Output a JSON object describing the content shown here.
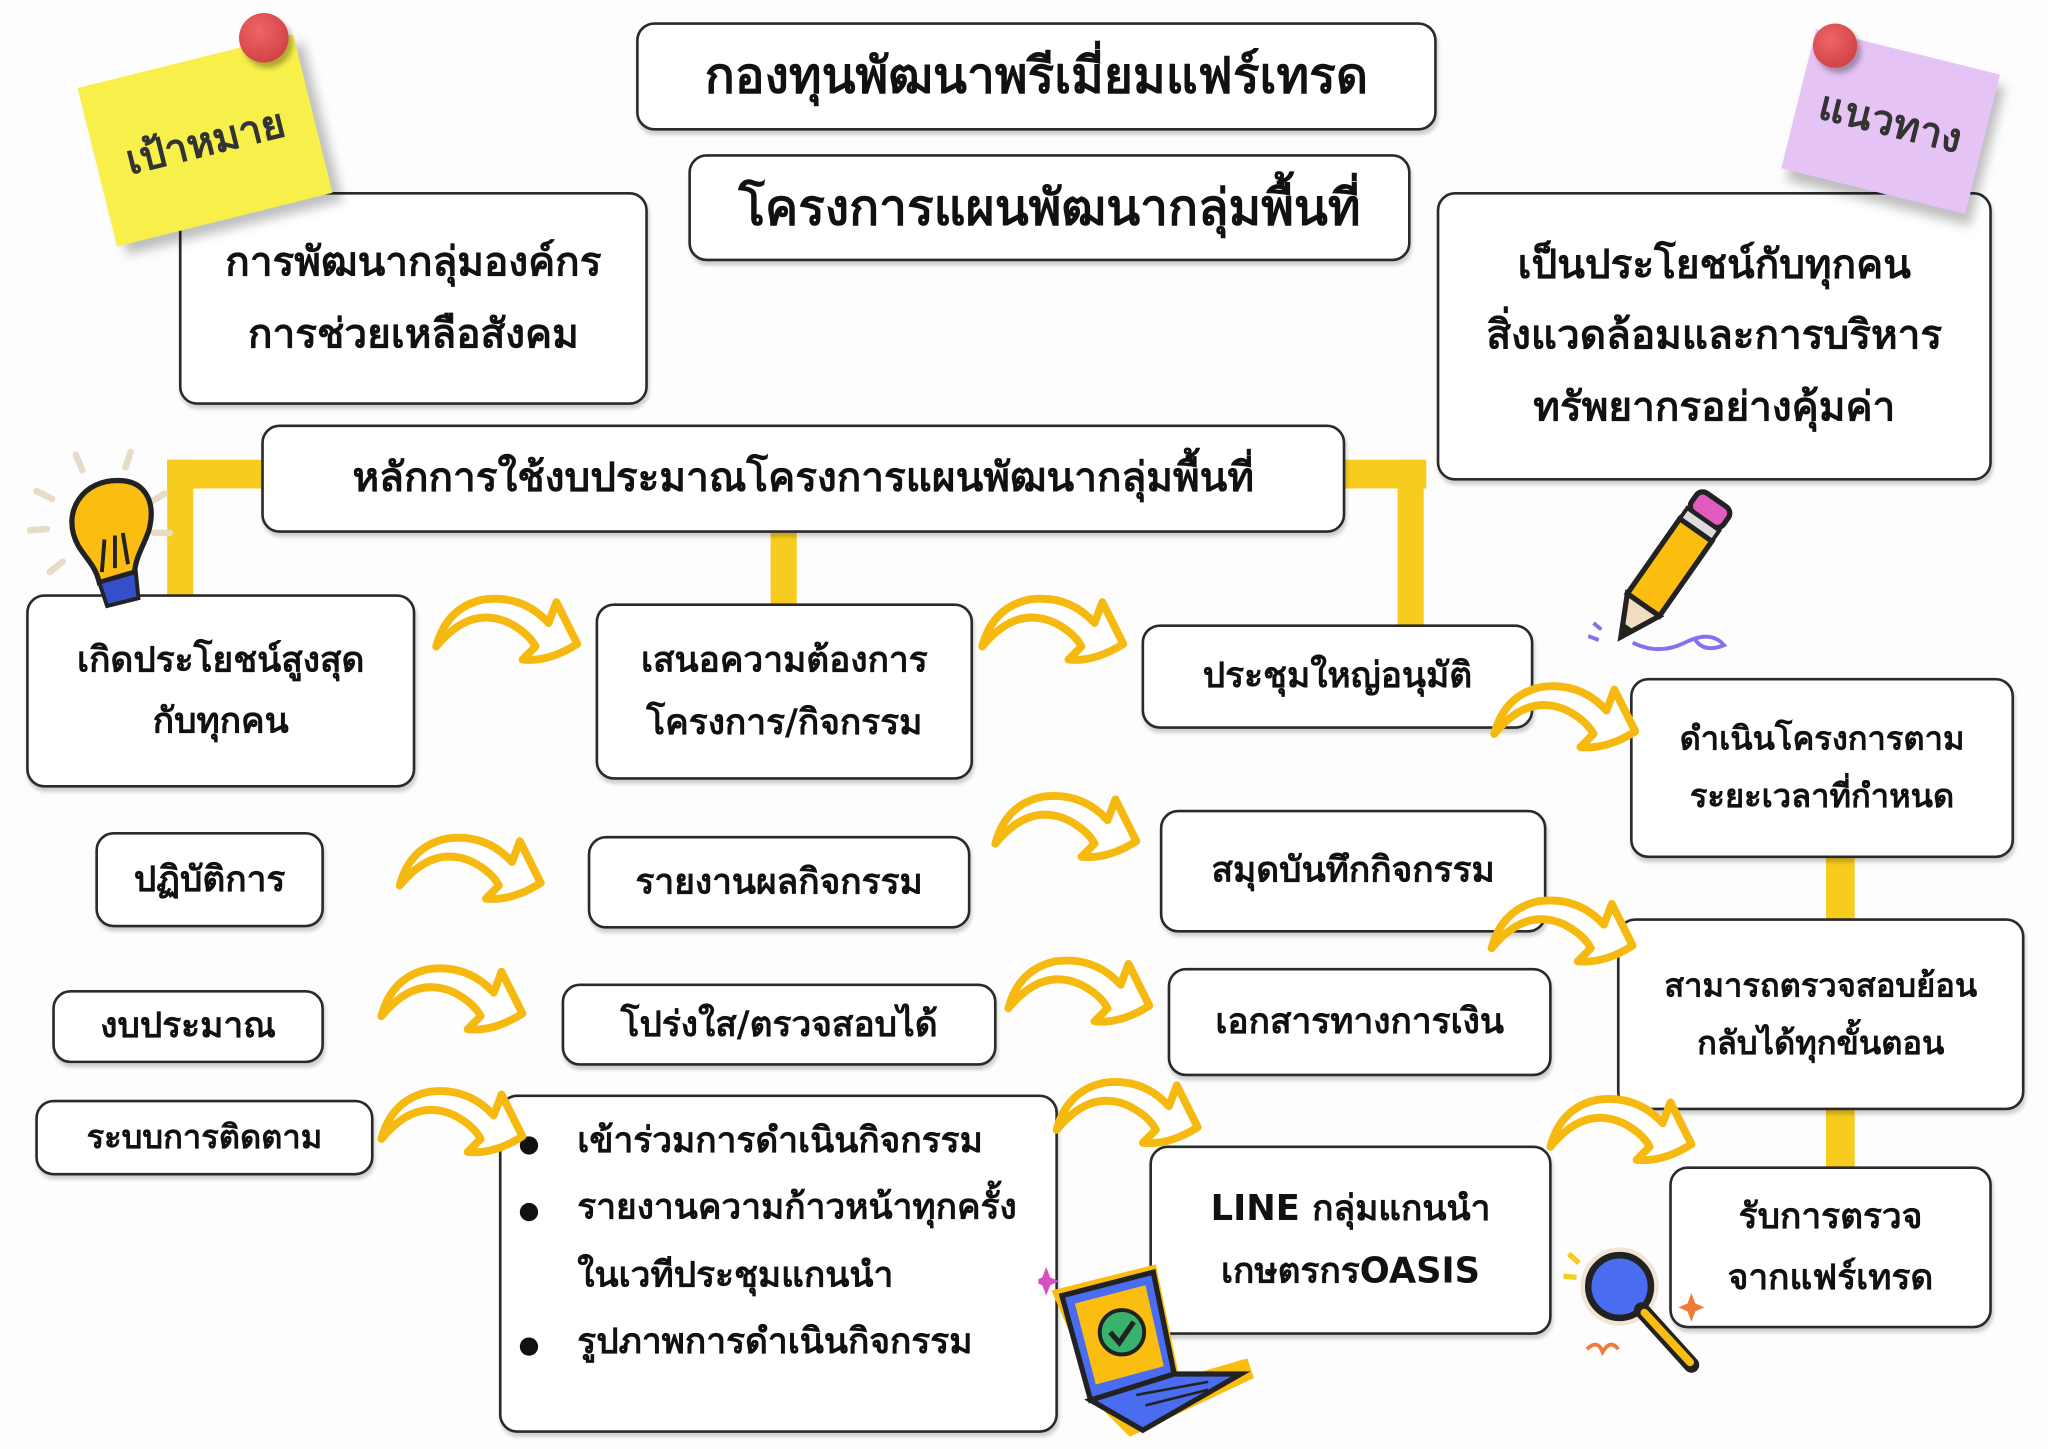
{
  "header": {
    "title": "กองทุนพัฒนาพรีเมี่ยมแฟร์เทรด",
    "subtitle": "โครงการแผนพัฒนากลุ่มพื้นที่"
  },
  "goal": {
    "sticky_label": "เป้าหมาย",
    "lines": [
      "การพัฒนากลุ่มองค์กร",
      "การช่วยเหลือสังคม"
    ]
  },
  "guideline": {
    "sticky_label": "แนวทาง",
    "lines": [
      "เป็นประโยชน์กับทุกคน",
      "สิ่งแวดล้อมและการบริหาร",
      "ทรัพยากรอย่างคุ้มค่า"
    ]
  },
  "principle": "หลักการใช้งบประมาณโครงการแผนพัฒนากลุ่มพื้นที่",
  "flow": {
    "row1": {
      "a": [
        "เกิดประโยชน์สูงสุด",
        "กับทุกคน"
      ],
      "b": [
        "เสนอความต้องการ",
        "โครงการ/กิจกรรม"
      ],
      "c": "ประชุมใหญ่อนุมัติ",
      "d": [
        "ดำเนินโครงการตาม",
        "ระยะเวลาที่กำหนด"
      ]
    },
    "row2": {
      "a": "ปฏิบัติการ",
      "b": "รายงานผลกิจกรรม",
      "c": "สมุดบันทึกกิจกรรม",
      "d": [
        "สามารถตรวจสอบย้อน",
        "กลับได้ทุกขั้นตอน"
      ]
    },
    "row3": {
      "a": "งบประมาณ",
      "b": "โปร่งใส/ตรวจสอบได้",
      "c": "เอกสารทางการเงิน"
    },
    "row4": {
      "a": "ระบบการติดตาม",
      "b": [
        "เข้าร่วมการดำเนินกิจกรรม",
        "รายงานความก้าวหน้าทุกครั้งในเวทีประชุมแกนนำ",
        "รูปภาพการดำเนินกิจกรรม"
      ],
      "c": [
        "LINE กลุ่มแกนนำ",
        "เกษตรกรOASIS"
      ],
      "d": [
        "รับการตรวจ",
        "จากแฟร์เทรด"
      ]
    }
  },
  "colors": {
    "accent_yellow": "#f7cc1f",
    "goal_sticky": "#f7f04a",
    "guide_sticky": "#e6c3f5",
    "pin": "#d0393e"
  }
}
